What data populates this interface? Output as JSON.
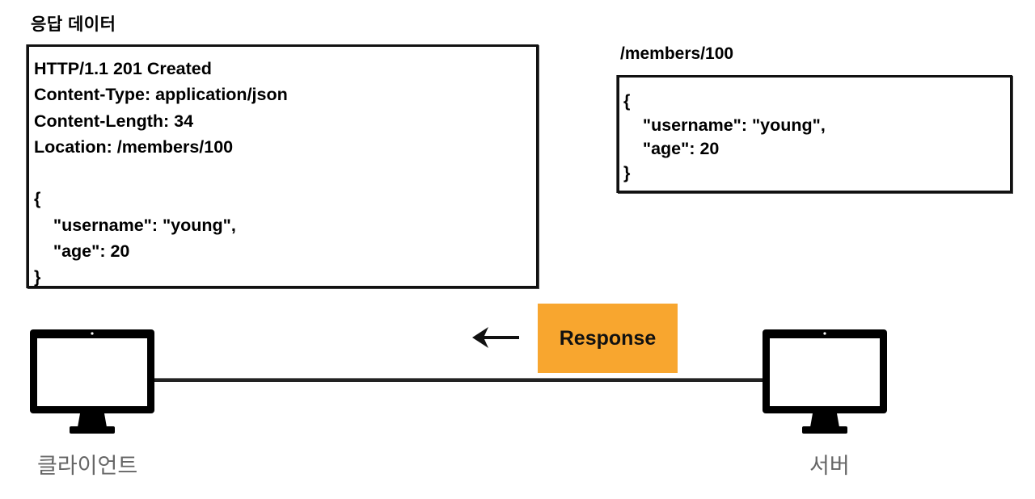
{
  "title": "응답 데이터",
  "response": {
    "status_line": "HTTP/1.1 201 Created",
    "content_type": "Content-Type: application/json",
    "content_length": "Content-Length: 34",
    "location_key": "Location: ",
    "location_value": "/members/100",
    "body": {
      "open": "{",
      "username_line": "    \"username\": \"young\",",
      "age_line": "    \"age\": 20",
      "close": "}"
    }
  },
  "resource": {
    "path": "/members/100",
    "body": {
      "open": "{",
      "username_line": "    \"username\": \"young\",",
      "age_line": "    \"age\": 20",
      "close": "}"
    }
  },
  "response_tag": {
    "label": "Response",
    "color": "#f8a62f"
  },
  "client": {
    "label": "클라이언트",
    "icon": "monitor-icon"
  },
  "server": {
    "label": "서버",
    "icon": "monitor-icon"
  },
  "arrow": {
    "icon": "arrow-left-icon",
    "direction": "left"
  }
}
